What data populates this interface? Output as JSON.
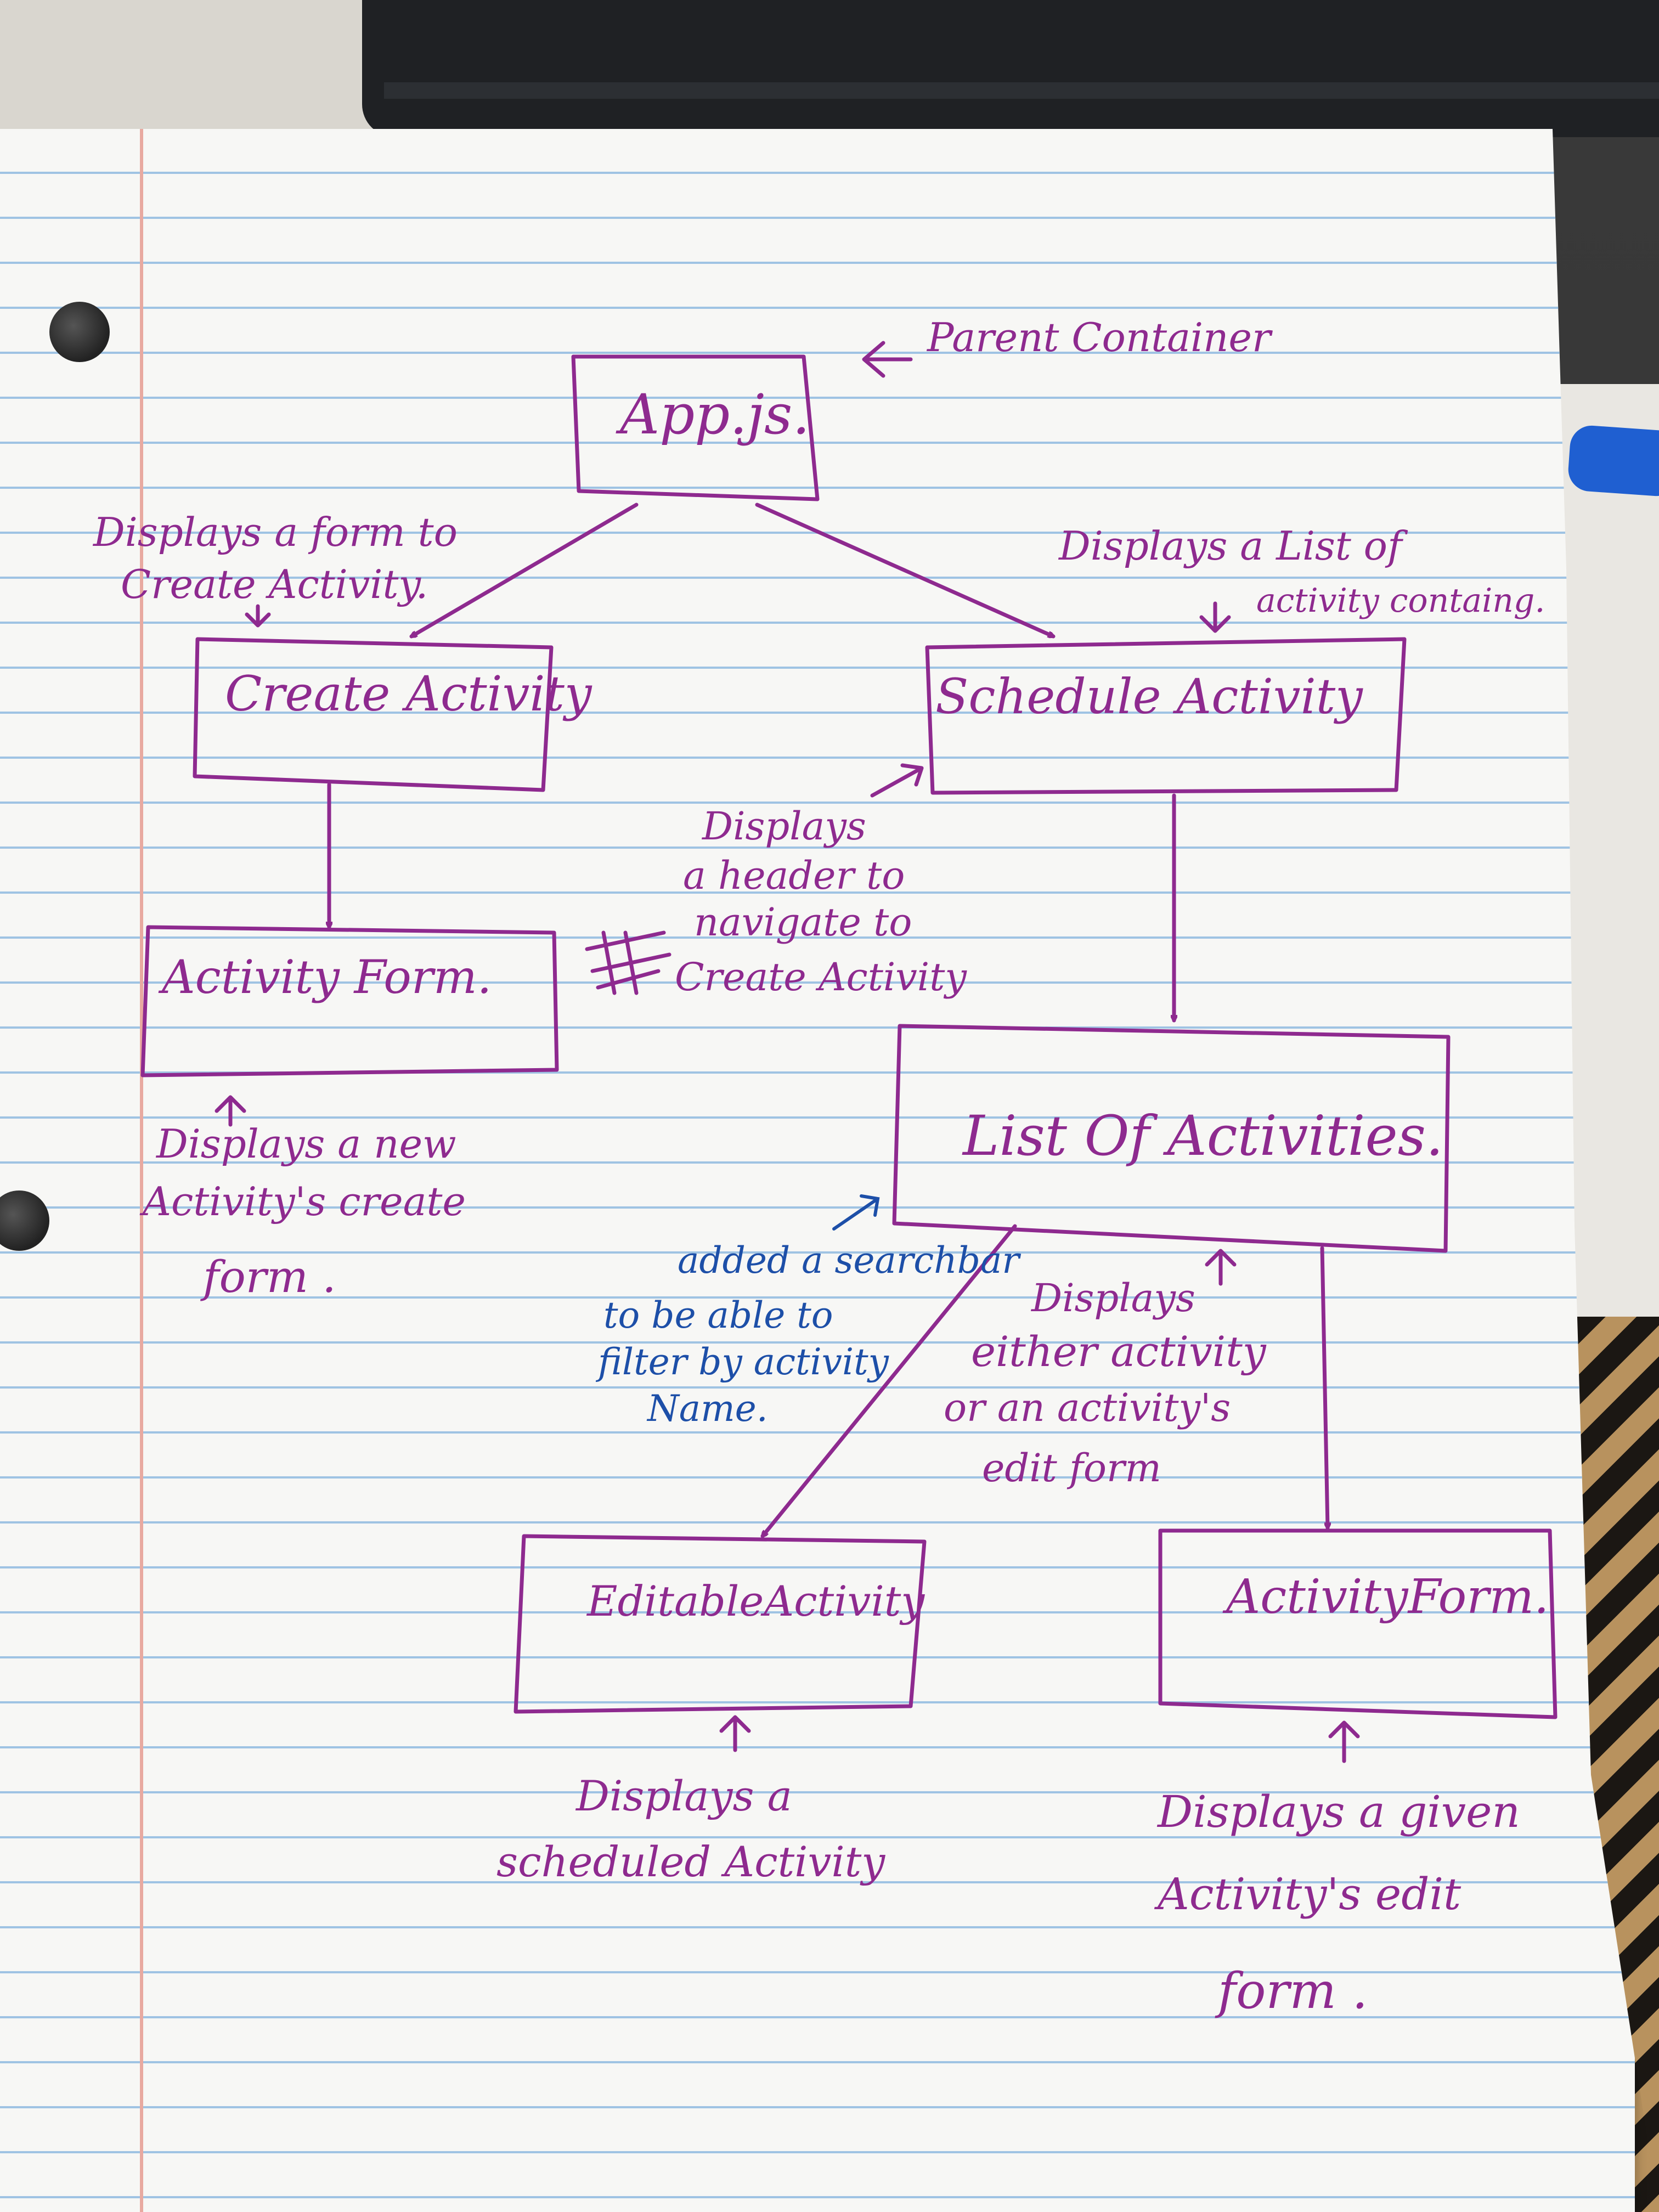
{
  "colors": {
    "ink_purple": "#8e2a8f",
    "ink_blue": "#1d4fa8",
    "paper": "#f7f7f5",
    "rule_line": "#9fc3e3",
    "margin_line": "#e8a9a0"
  },
  "nodes": {
    "app": {
      "label": "App.js."
    },
    "create_activity": {
      "label": "Create Activity"
    },
    "schedule_activity": {
      "label": "Schedule Activity"
    },
    "activity_form_left": {
      "label": "Activity Form."
    },
    "list_of_activities": {
      "label": "List Of Activities."
    },
    "editable_activity": {
      "label": "EditableActivity"
    },
    "activity_form_right": {
      "label": "ActivityForm."
    }
  },
  "annotations": {
    "parent_container": "Parent Container",
    "create_activity_note": [
      "Displays a form to",
      "Create Activity."
    ],
    "schedule_activity_note": [
      "Displays a List of",
      "activity containg."
    ],
    "header_note": [
      "Displays",
      "a header to",
      "navigate to",
      "Create Activity"
    ],
    "activity_form_left_note": [
      "Displays a new",
      "Activity's create",
      "form ."
    ],
    "list_note": [
      "Displays",
      "either activity",
      "or an activity's",
      "edit form"
    ],
    "search_note": [
      "added a searchbar",
      "to be able to",
      "filter by activity",
      "Name."
    ],
    "editable_note": [
      "Displays a",
      "scheduled Activity"
    ],
    "activity_form_right_note": [
      "Displays a given",
      "Activity's edit",
      "form ."
    ]
  }
}
